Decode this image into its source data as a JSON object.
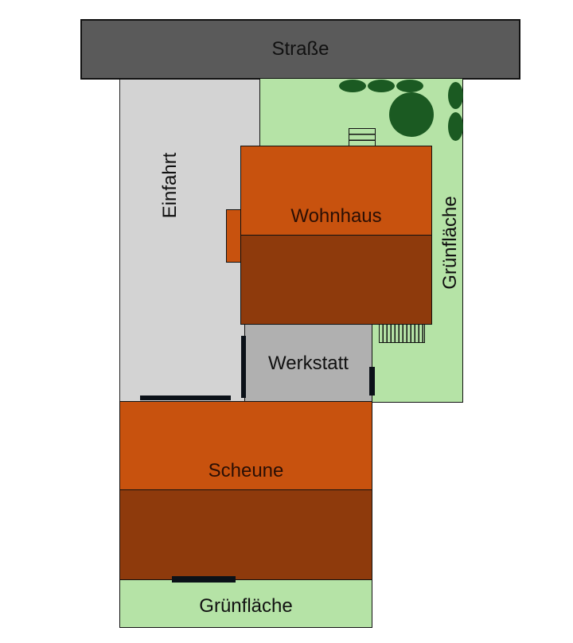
{
  "diagram": {
    "type": "site-plan",
    "labels": {
      "road": "Straße",
      "driveway": "Einfahrt",
      "residence": "Wohnhaus",
      "green_right": "Grünfläche",
      "workshop": "Werkstatt",
      "barn": "Scheune",
      "green_bottom": "Grünfläche"
    },
    "colors": {
      "road": "#5a5a5a",
      "driveway": "#d3d3d3",
      "green": "#b5e3a6",
      "roof_light": "#c8520e",
      "roof_dark": "#8e3a0c",
      "workshop": "#b0b0b0",
      "vegetation": "#1b5a22",
      "door": "#0b1118"
    }
  }
}
